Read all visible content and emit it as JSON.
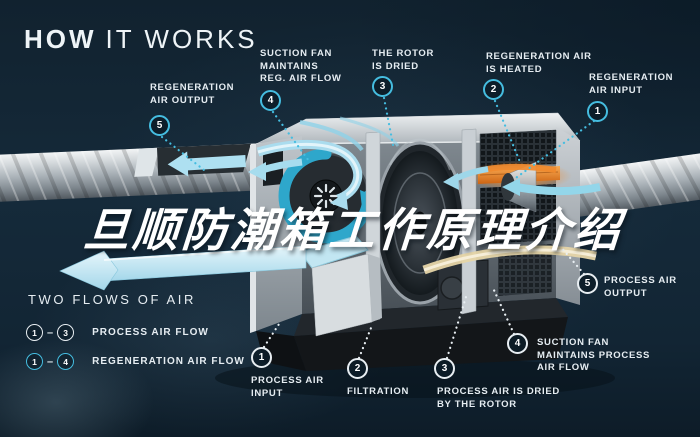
{
  "header": {
    "title_bold": "HOW",
    "title_rest": "IT WORKS"
  },
  "watermark": {
    "text": "旦顺防潮箱工作原理介绍"
  },
  "callouts": {
    "regeneration": [
      {
        "num": "5",
        "line1": "REGENERATION",
        "line2": "AIR OUTPUT"
      },
      {
        "num": "4",
        "line1": "SUCTION FAN",
        "line2": "MAINTAINS",
        "line3": "REG. AIR FLOW"
      },
      {
        "num": "3",
        "line1": "THE ROTOR",
        "line2": "IS DRIED"
      },
      {
        "num": "2",
        "line1": "REGENERATION AIR",
        "line2": "IS HEATED"
      },
      {
        "num": "1",
        "line1": "REGENERATION",
        "line2": "AIR INPUT"
      }
    ],
    "process": [
      {
        "num": "1",
        "line1": "PROCESS AIR",
        "line2": "INPUT"
      },
      {
        "num": "2",
        "line1": "FILTRATION"
      },
      {
        "num": "3",
        "line1": "PROCESS AIR IS DRIED",
        "line2": "BY THE ROTOR"
      },
      {
        "num": "4",
        "line1": "SUCTION FAN",
        "line2": "MAINTAINS PROCESS",
        "line3": "AIR FLOW"
      },
      {
        "num": "5",
        "line1": "PROCESS AIR",
        "line2": "OUTPUT"
      }
    ]
  },
  "legend": {
    "title": "TWO FLOWS OF AIR",
    "rows": [
      {
        "from": "1",
        "dash": "–",
        "to": "3",
        "label": "PROCESS AIR FLOW",
        "style": "process"
      },
      {
        "from": "1",
        "dash": "–",
        "to": "4",
        "label": "REGENERATION AIR FLOW",
        "style": "regeneration"
      }
    ]
  },
  "colors": {
    "background": "#152a3a",
    "accent_cyan": "#45bde0",
    "text_white": "#e8eef2",
    "heater_orange": "#e8822d",
    "airflow_blue": "#aadcee"
  }
}
